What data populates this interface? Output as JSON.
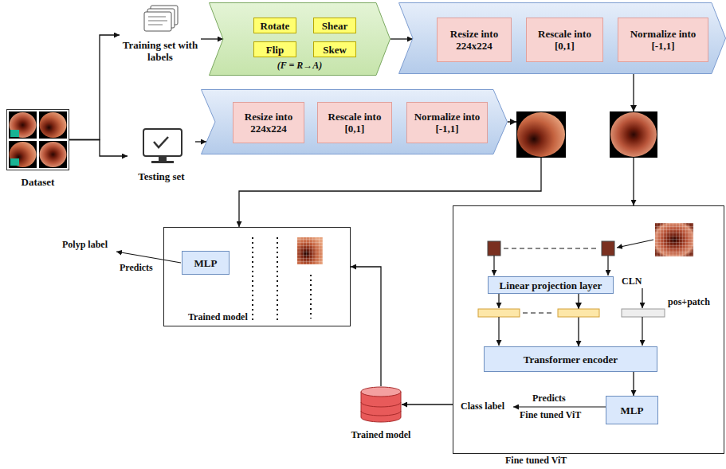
{
  "diagram": {
    "nodes": [
      {
        "text": [
          "Dataset"
        ]
      },
      {
        "text": [
          "Training set with labels"
        ]
      },
      {
        "text": [
          "(F = R→A)"
        ]
      },
      {
        "text": [
          "Rotate"
        ],
        "in": 2
      },
      {
        "text": [
          "Shear"
        ],
        "in": 2
      },
      {
        "text": [
          "Flip"
        ],
        "in": 2
      },
      {
        "text": [
          "Skew"
        ],
        "in": 2
      },
      {
        "text": []
      },
      {
        "text": [
          "Resize into 224x224"
        ],
        "in": 7
      },
      {
        "text": [
          "Rescale into [0,1]"
        ],
        "in": 7
      },
      {
        "text": [
          "Normalize into [-1,1]"
        ],
        "in": 7
      },
      {
        "text": [
          "Testing set"
        ]
      },
      {
        "text": []
      },
      {
        "text": [
          "Resize into 224x224"
        ],
        "in": 12
      },
      {
        "text": [
          "Rescale into [0,1]"
        ],
        "in": 12
      },
      {
        "text": [
          "Normalize into [-1,1]"
        ],
        "in": 12
      },
      {
        "text": [
          "Trained model"
        ]
      },
      {
        "text": [
          "MLP"
        ],
        "in": 16
      },
      {
        "text": [
          "Fine tuned ViT"
        ]
      },
      {
        "text": [
          "Linear projection layer"
        ],
        "in": 18
      },
      {
        "text": [
          "Transformer encoder"
        ],
        "in": 18
      },
      {
        "text": [
          "MLP"
        ],
        "in": 18
      },
      {
        "text": [
          "Trained model"
        ]
      }
    ],
    "edges": [
      {
        "from": 0,
        "to": 1,
        "arrow": "to"
      },
      {
        "from": 0,
        "to": 11,
        "arrow": "to"
      },
      {
        "from": 1,
        "to": 2,
        "arrow": "to"
      },
      {
        "from": 3,
        "to": 4,
        "arrow": "to"
      },
      {
        "from": 4,
        "to": 5,
        "arrow": "to"
      },
      {
        "from": 5,
        "to": 6,
        "arrow": "to"
      },
      {
        "from": 2,
        "to": 7,
        "arrow": "to"
      },
      {
        "from": 8,
        "to": 9,
        "arrow": "to"
      },
      {
        "from": 9,
        "to": 10,
        "arrow": "to"
      },
      {
        "from": 7,
        "to": 18,
        "arrow": "to"
      },
      {
        "from": 11,
        "to": 12,
        "arrow": "to"
      },
      {
        "from": 13,
        "to": 14,
        "arrow": "to"
      },
      {
        "from": 14,
        "to": 15,
        "arrow": "to"
      },
      {
        "from": 12,
        "to": 16,
        "arrow": "to"
      },
      {
        "from": 19,
        "to": 20,
        "arrow": "to"
      },
      {
        "from": 20,
        "to": 21,
        "arrow": "to"
      },
      {
        "from": 18,
        "to": 22,
        "arrow": "to"
      },
      {
        "from": 22,
        "to": 16,
        "arrow": "to"
      }
    ],
    "labels": [
      "Polyp label",
      "Predicts",
      "Class label",
      "Predicts",
      "Fine tuned ViT",
      "CLN",
      "pos+patch"
    ]
  }
}
